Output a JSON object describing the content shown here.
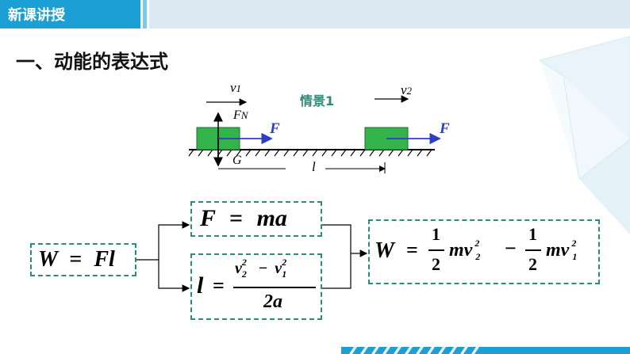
{
  "header": {
    "title": "新课讲授"
  },
  "section": {
    "title": "一、动能的表达式"
  },
  "diagram": {
    "scene_label": "情景1",
    "v1": "v",
    "v1_sub": "1",
    "v2": "v",
    "v2_sub": "2",
    "fn": "F",
    "fn_sub": "N",
    "force": "F",
    "gravity": "G",
    "distance": "l",
    "colors": {
      "block": "#33b34a",
      "force_arrow": "#2b3fc4",
      "accent": "#2e8a7c"
    }
  },
  "equations": {
    "work": {
      "lhs": "W",
      "eq": "=",
      "rhs": "Fl"
    },
    "newton": {
      "lhs": "F",
      "eq": "=",
      "rhs": "ma"
    },
    "kinematics": {
      "lhs": "l",
      "eq": "=",
      "num_a": "v",
      "num_a_sub": "2",
      "num_a_sup": "2",
      "minus": "−",
      "num_b": "v",
      "num_b_sub": "1",
      "num_b_sup": "2",
      "den": "2a"
    },
    "result": {
      "lhs": "W",
      "eq": "=",
      "half": "1",
      "half_den": "2",
      "term1": "mv",
      "term1_sub": "2",
      "term1_sup": "2",
      "minus": "−",
      "term2": "mv",
      "term2_sub": "1",
      "term2_sup": "2"
    }
  }
}
